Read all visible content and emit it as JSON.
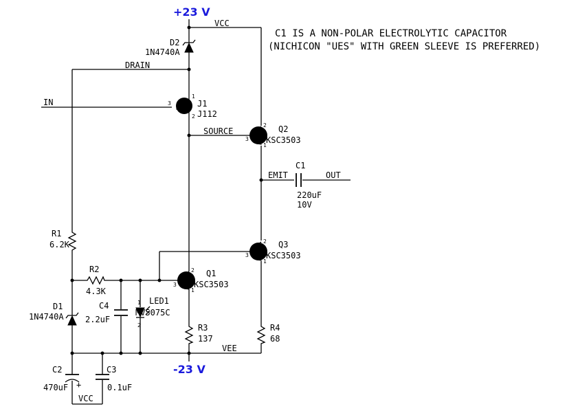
{
  "rails": {
    "positive": "+23 V",
    "negative": "-23 V"
  },
  "notes": [
    "C1 IS A NON-POLAR ELECTROLYTIC CAPACITOR",
    "(NICHICON \"UES\" WITH GREEN SLEEVE IS PREFERRED)"
  ],
  "nets": {
    "vcc_top": "VCC",
    "drain": "DRAIN",
    "in": "IN",
    "source": "SOURCE",
    "emit": "EMIT",
    "out": "OUT",
    "vee": "VEE",
    "vcc_bottom": "VCC"
  },
  "components": {
    "d2": {
      "ref": "D2",
      "value": "1N4740A"
    },
    "j1": {
      "ref": "J1",
      "value": "J112"
    },
    "q2": {
      "ref": "Q2",
      "value": "KSC3503"
    },
    "c1": {
      "ref": "C1",
      "value": "220uF",
      "voltage": "10V"
    },
    "q3": {
      "ref": "Q3",
      "value": "KSC3503"
    },
    "r1": {
      "ref": "R1",
      "value": "6.2K"
    },
    "r2": {
      "ref": "R2",
      "value": "4.3K"
    },
    "q1": {
      "ref": "Q1",
      "value": "KSC3503"
    },
    "c4": {
      "ref": "C4",
      "value": "2.2uF"
    },
    "led1": {
      "ref": "LED1",
      "value": "MV5075C"
    },
    "d1": {
      "ref": "D1",
      "value": "1N4740A"
    },
    "r3": {
      "ref": "R3",
      "value": "137"
    },
    "r4": {
      "ref": "R4",
      "value": "68"
    },
    "c2": {
      "ref": "C2",
      "value": "470uF",
      "polarity": "+"
    },
    "c3": {
      "ref": "C3",
      "value": "0.1uF"
    }
  },
  "pins": {
    "one": "1",
    "two": "2",
    "three": "3"
  }
}
